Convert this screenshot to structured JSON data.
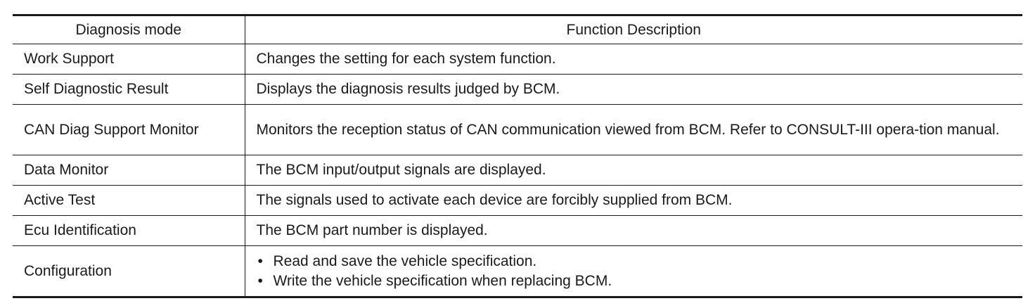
{
  "table": {
    "headers": {
      "mode": "Diagnosis mode",
      "description": "Function Description"
    },
    "rows": [
      {
        "mode": "Work Support",
        "description": "Changes the setting for each system function."
      },
      {
        "mode": "Self Diagnostic Result",
        "description": "Displays the diagnosis results judged by BCM."
      },
      {
        "mode": "CAN Diag Support Monitor",
        "description": "Monitors the reception status of CAN communication viewed from BCM. Refer to CONSULT-III opera-tion manual."
      },
      {
        "mode": "Data Monitor",
        "description": "The BCM input/output signals are displayed."
      },
      {
        "mode": "Active Test",
        "description": "The signals used to activate each device are forcibly supplied from BCM."
      },
      {
        "mode": "Ecu Identification",
        "description": "The BCM part number is displayed."
      },
      {
        "mode": "Configuration",
        "bullets": [
          "Read and save the vehicle specification.",
          "Write the vehicle specification when replacing BCM."
        ]
      }
    ],
    "bullet_char": "•"
  }
}
